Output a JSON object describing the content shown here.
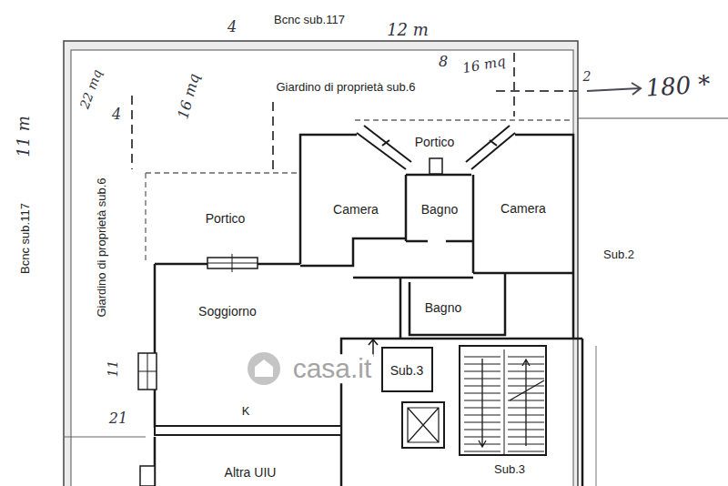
{
  "diagram": {
    "nodes": [
      {
        "text": [
          "Portico"
        ]
      },
      {
        "text": [
          "Portico"
        ]
      },
      {
        "text": [
          "Camera"
        ]
      },
      {
        "text": [
          "Bagno"
        ]
      },
      {
        "text": [
          "Camera"
        ]
      },
      {
        "text": [
          "Soggiorno"
        ]
      },
      {
        "text": [
          "Bagno"
        ]
      },
      {
        "text": [
          "Sub.3"
        ]
      },
      {
        "text": [
          "Altra UIU"
        ]
      }
    ],
    "labels": [
      "Bcnc sub.117",
      "4",
      "12 m",
      "Giardino di proprietà sub.6",
      "22 mq",
      "16 mq",
      "8",
      "16 mq",
      "2",
      "180 *",
      "11 m",
      "4",
      "Bcnc sub.117",
      "Giardino di proprietà sub.6",
      "11",
      "21",
      "K",
      "Sub.2",
      "casa.it",
      "Sub.3"
    ]
  }
}
